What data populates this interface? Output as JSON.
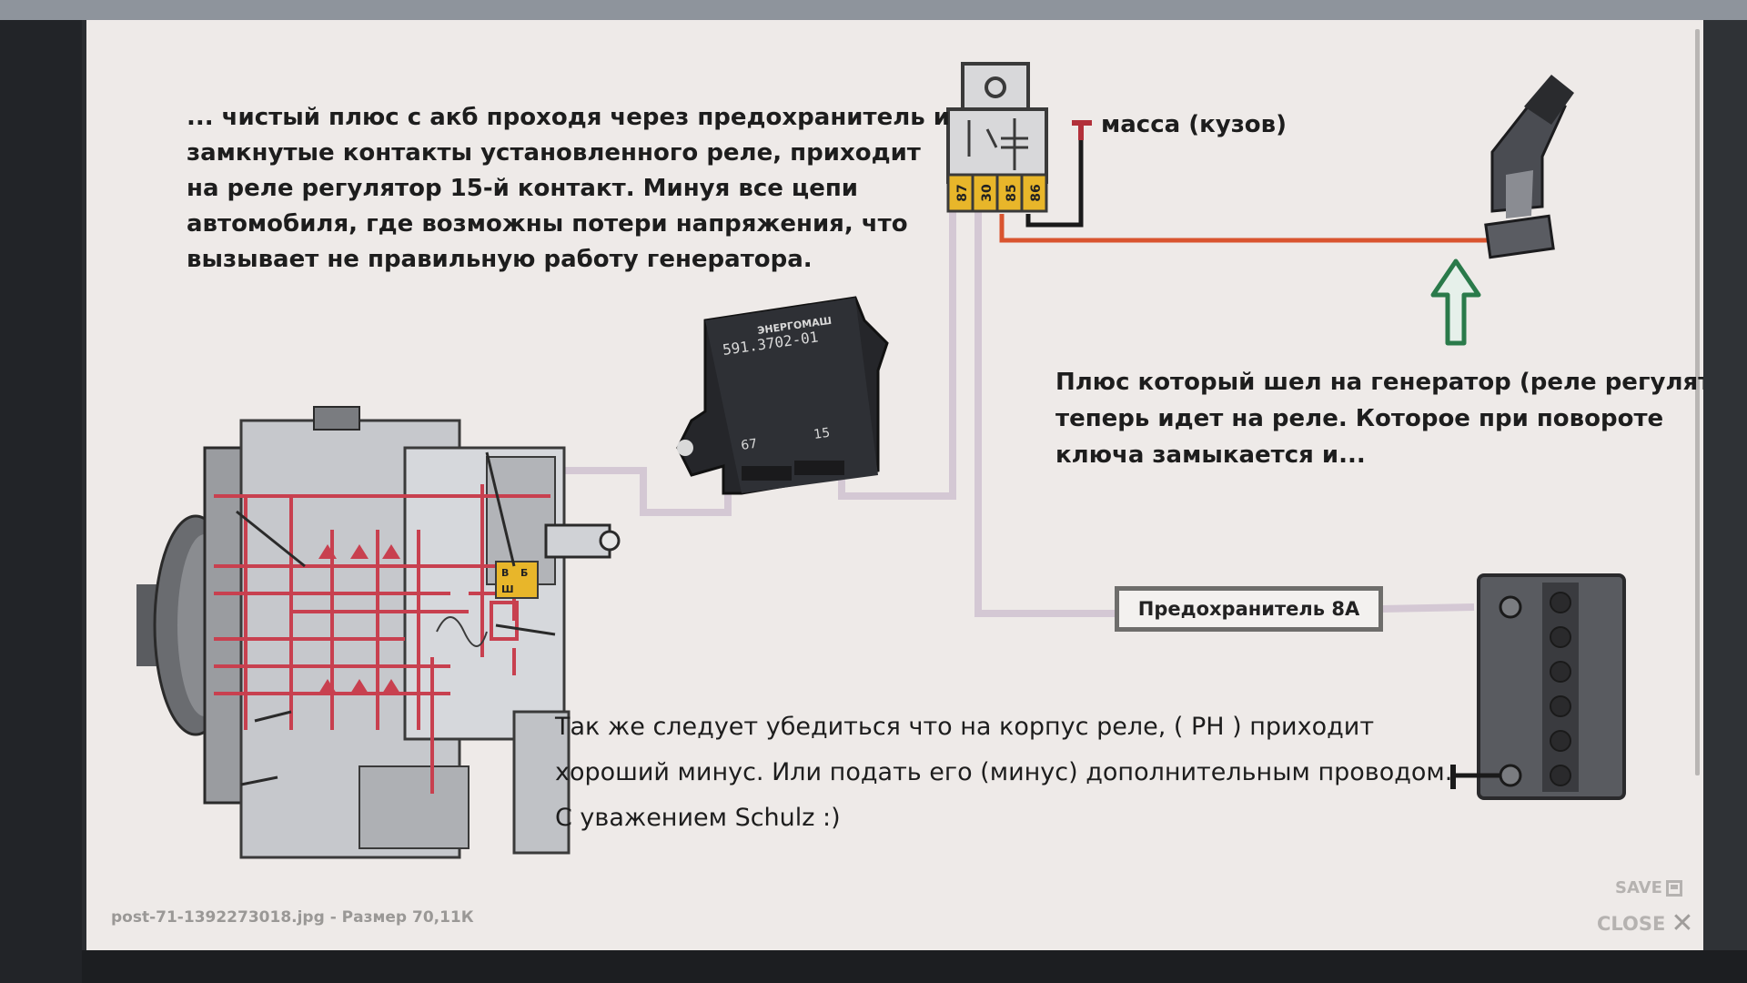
{
  "article": {
    "intro_lines": [
      "... чистый плюс с акб проходя через предохранитель и",
      "замкнутые контакты установленного реле, приходит",
      "на реле регулятор  15-й контакт. Минуя все цепи",
      "автомобиля, где возможны потери напряжения, что",
      "вызывает не правильную работу генератора."
    ],
    "ground_label": "масса (кузов)",
    "plus_note_lines": [
      "Плюс который шел на генератор (реле регулятор)",
      "теперь идет на реле.  Которое при  повороте",
      "ключа замыкается и..."
    ],
    "closing_lines": [
      "Так же следует убедиться что на корпус  реле, ( РН )  приходит",
      "хороший минус. Или подать его (минус) дополнительным проводом.",
      "С уважением Schulz  :)"
    ]
  },
  "relay": {
    "pins": [
      "87",
      "30",
      "85",
      "86"
    ]
  },
  "fuse": {
    "label": "Предохранитель  8А"
  },
  "regulator": {
    "model": "591.3702-01",
    "brand": "ЭНЕРГОМАШ",
    "pin_left": "67",
    "pin_right": "15"
  },
  "alternator": {
    "terminal_labels": [
      "В",
      "Б",
      "Ш"
    ]
  },
  "viewer": {
    "file_caption": "post-71-1392273018.jpg - Размер 70,11К",
    "save_label": "SAVE",
    "close_label": "CLOSE"
  },
  "colors": {
    "wire_red": "#d9542f",
    "wire_dark": "#1a1a1a",
    "wire_pale": "#d6cbd6",
    "circuit": "#c8404f",
    "arrow_green": "#2a7a4a",
    "relay_pin_yellow": "#e8b62a",
    "background": "#eeeae8"
  }
}
